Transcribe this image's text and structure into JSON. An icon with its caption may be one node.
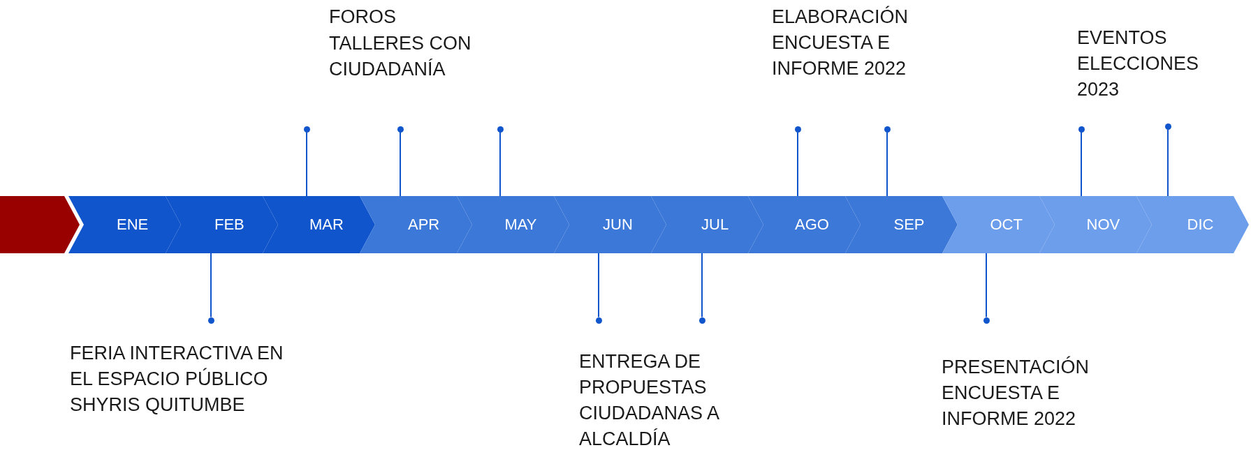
{
  "diagram": {
    "nodes": [
      {
        "text": [],
        "shape": "chevron"
      },
      {
        "text": [
          "ENE"
        ]
      },
      {
        "text": [
          "FEB"
        ]
      },
      {
        "text": [
          "MAR"
        ]
      },
      {
        "text": [
          "APR"
        ]
      },
      {
        "text": [
          "MAY"
        ]
      },
      {
        "text": [
          "JUN"
        ]
      },
      {
        "text": [
          "JUL"
        ]
      },
      {
        "text": [
          "AGO"
        ]
      },
      {
        "text": [
          "SEP"
        ]
      },
      {
        "text": [
          "OCT"
        ]
      },
      {
        "text": [
          "NOV"
        ]
      },
      {
        "text": [
          "DIC"
        ]
      },
      {
        "text": [],
        "shape": "circle"
      },
      {
        "text": [],
        "shape": "circle"
      },
      {
        "text": [],
        "shape": "circle"
      },
      {
        "text": [],
        "shape": "circle"
      },
      {
        "text": [],
        "shape": "circle"
      },
      {
        "text": [],
        "shape": "circle"
      },
      {
        "text": [],
        "shape": "circle"
      },
      {
        "text": [],
        "shape": "circle"
      },
      {
        "text": [],
        "shape": "circle"
      },
      {
        "text": [],
        "shape": "circle"
      },
      {
        "text": [],
        "shape": "circle"
      }
    ],
    "edges": [
      {
        "from": 13,
        "to": 2,
        "arrow": "none"
      },
      {
        "from": 14,
        "to": 3,
        "arrow": "none"
      },
      {
        "from": 15,
        "to": 4,
        "arrow": "none"
      },
      {
        "from": 16,
        "to": 5,
        "arrow": "none"
      },
      {
        "from": 17,
        "to": 6,
        "arrow": "none"
      },
      {
        "from": 18,
        "to": 7,
        "arrow": "none"
      },
      {
        "from": 19,
        "to": 8,
        "arrow": "none"
      },
      {
        "from": 20,
        "to": 9,
        "arrow": "none"
      },
      {
        "from": 21,
        "to": 10,
        "arrow": "none"
      },
      {
        "from": 22,
        "to": 11,
        "arrow": "none"
      },
      {
        "from": 23,
        "to": 12,
        "arrow": "none"
      }
    ],
    "labels": [
      "FOROS",
      "TALLERES CON CIUDADANÍA",
      "ELABORACIÓN ENCUESTA E INFORME 2022",
      "EVENTOS ELECCIONES 2023",
      "FERIA INTERACTIVA EN EL ESPACIO PÚBLICO SHYRIS QUITUMBE",
      "ENTREGA DE PROPUESTAS CIUDADANAS A ALCALDÍA",
      "PRESENTACIÓN ENCUESTA E INFORME 2022"
    ]
  }
}
